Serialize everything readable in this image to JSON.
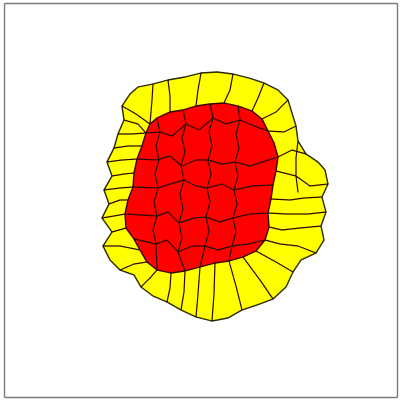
{
  "diagram": {
    "colors": {
      "background": "#ffffff",
      "frame_border": "#7a7a7a",
      "outer_ring_fill": "#ffff00",
      "inner_cluster_fill": "#ff0000",
      "cell_outline": "#2a2a00"
    },
    "regions": [
      {
        "id": "outer-ring",
        "fill_key": "outer_ring_fill"
      },
      {
        "id": "inner-cluster",
        "fill_key": "inner_cluster_fill"
      }
    ]
  }
}
